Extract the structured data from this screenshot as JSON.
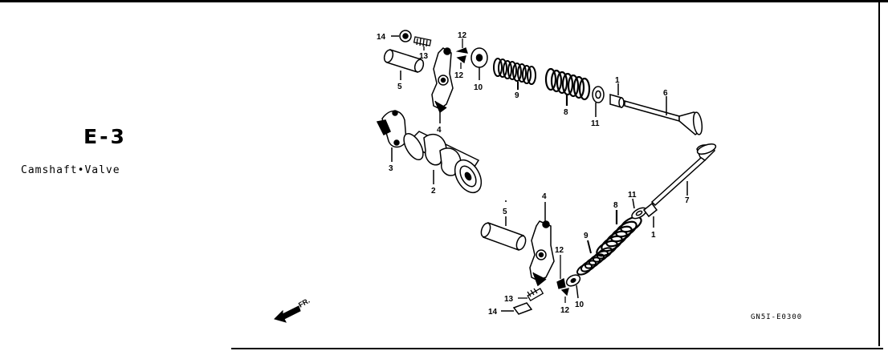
{
  "section": {
    "code": "E-3",
    "title": "Camshaft•Valve"
  },
  "drawing_code": "GN5I-E0300",
  "front_marker": "FR.",
  "callouts": {
    "c1a": "1",
    "c1b": "1",
    "c2": "2",
    "c3": "3",
    "c4a": "4",
    "c4b": "4",
    "c5a": "5",
    "c5b": "5",
    "c6": "6",
    "c7": "7",
    "c8a": "8",
    "c8b": "8",
    "c9a": "9",
    "c9b": "9",
    "c10a": "10",
    "c10b": "10",
    "c11a": "11",
    "c11b": "11",
    "c12a": "12",
    "c12b": "12",
    "c12c": "12",
    "c12d": "12",
    "c13a": "13",
    "c13b": "13",
    "c14a": "14",
    "c14b": "14"
  }
}
